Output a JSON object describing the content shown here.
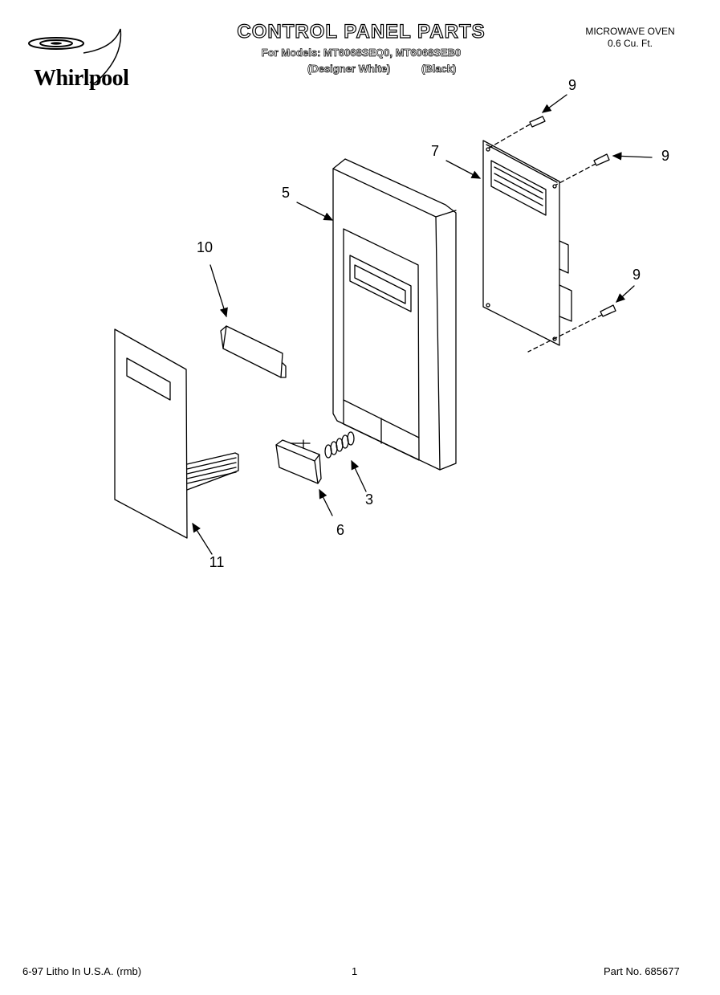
{
  "brand": "Whirlpool",
  "title": "CONTROL PANEL PARTS",
  "subtitle": "For Models: MT6068SEQ0, MT6068SEB0",
  "variants": [
    "(Designer White)",
    "(Black)"
  ],
  "product": {
    "line1": "MICROWAVE OVEN",
    "line2": "0.6 Cu. Ft."
  },
  "callouts": {
    "c9a": "9",
    "c9b": "9",
    "c9c": "9",
    "c7": "7",
    "c5": "5",
    "c10": "10",
    "c3": "3",
    "c6": "6",
    "c11": "11"
  },
  "footer": {
    "left": "6-97 Litho In U.S.A. (rmb)",
    "center": "1",
    "right": "Part No. 685677"
  }
}
